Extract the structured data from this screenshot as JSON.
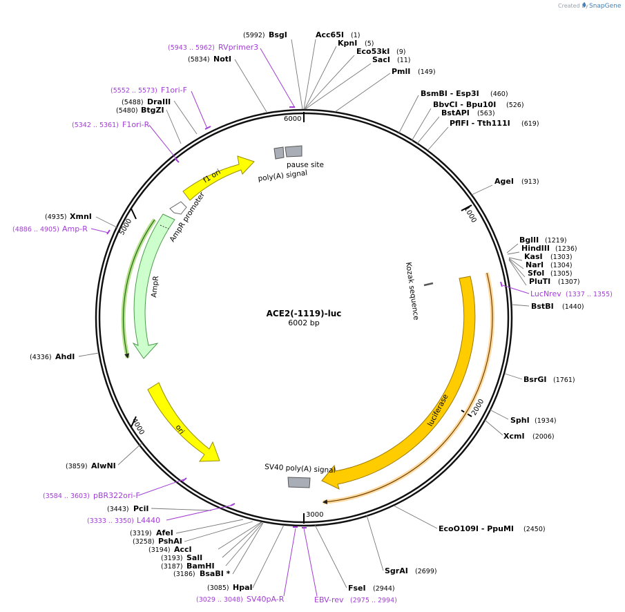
{
  "credit": {
    "prefix": "Created by",
    "brand": "SnapGene"
  },
  "plasmid": {
    "name": "ACE2(-1119)-luc",
    "size_label": "6002 bp",
    "length": 6002
  },
  "ticks": [
    "6000",
    "1000",
    "2000",
    "3000",
    "4000",
    "5000"
  ],
  "features": {
    "f1_ori": "f1 ori",
    "ampr_promoter": "AmpR promoter",
    "ampr": "AmpR",
    "ori": "ori",
    "luciferase": "luciferase",
    "kozak": "Kozak sequence",
    "pause_site": "pause site",
    "polya_signal": "poly(A) signal",
    "sv40_polya": "SV40 poly(A) signal"
  },
  "sites": [
    {
      "name": "BsgI",
      "pos": "(5992)"
    },
    {
      "name": "Acc65I",
      "pos": "(1)"
    },
    {
      "name": "KpnI",
      "pos": "(5)"
    },
    {
      "name": "Eco53kI",
      "pos": "(9)"
    },
    {
      "name": "SacI",
      "pos": "(11)"
    },
    {
      "name": "PmlI",
      "pos": "(149)"
    },
    {
      "name": "BsmBI - Esp3I",
      "pos": "(460)"
    },
    {
      "name": "BbvCI - Bpu10I",
      "pos": "(526)"
    },
    {
      "name": "BstAPI",
      "pos": "(563)"
    },
    {
      "name": "PflFI - Tth111I",
      "pos": "(619)"
    },
    {
      "name": "AgeI",
      "pos": "(913)"
    },
    {
      "name": "BglII",
      "pos": "(1219)"
    },
    {
      "name": "HindIII",
      "pos": "(1236)"
    },
    {
      "name": "KasI",
      "pos": "(1303)"
    },
    {
      "name": "NarI",
      "pos": "(1304)"
    },
    {
      "name": "SfoI",
      "pos": "(1305)"
    },
    {
      "name": "PluTI",
      "pos": "(1307)"
    },
    {
      "name": "BstBI",
      "pos": "(1440)"
    },
    {
      "name": "BsrGI",
      "pos": "(1761)"
    },
    {
      "name": "SphI",
      "pos": "(1934)"
    },
    {
      "name": "XcmI",
      "pos": "(2006)"
    },
    {
      "name": "EcoO109I - PpuMI",
      "pos": "(2450)"
    },
    {
      "name": "SgrAI",
      "pos": "(2699)"
    },
    {
      "name": "FseI",
      "pos": "(2944)"
    },
    {
      "name": "HpaI",
      "pos": "(3085)"
    },
    {
      "name": "BsaBI *",
      "pos": "(3186)"
    },
    {
      "name": "BamHI",
      "pos": "(3187)"
    },
    {
      "name": "SalI",
      "pos": "(3193)"
    },
    {
      "name": "AccI",
      "pos": "(3194)"
    },
    {
      "name": "PshAI",
      "pos": "(3258)"
    },
    {
      "name": "AfeI",
      "pos": "(3319)"
    },
    {
      "name": "PciI",
      "pos": "(3443)"
    },
    {
      "name": "AlwNI",
      "pos": "(3859)"
    },
    {
      "name": "AhdI",
      "pos": "(4336)"
    },
    {
      "name": "XmnI",
      "pos": "(4935)"
    },
    {
      "name": "BtgZI",
      "pos": "(5480)"
    },
    {
      "name": "DraIII",
      "pos": "(5488)"
    },
    {
      "name": "NotI",
      "pos": "(5834)"
    }
  ],
  "primers": [
    {
      "name": "RVprimer3",
      "pos": "(5943 .. 5962)"
    },
    {
      "name": "F1ori-F",
      "pos": "(5552 .. 5573)"
    },
    {
      "name": "F1ori-R",
      "pos": "(5342 .. 5361)"
    },
    {
      "name": "Amp-R",
      "pos": "(4886 .. 4905)"
    },
    {
      "name": "LucNrev",
      "pos": "(1337 .. 1355)"
    },
    {
      "name": "pBR322ori-F",
      "pos": "(3584 .. 3603)"
    },
    {
      "name": "L4440",
      "pos": "(3333 .. 3350)"
    },
    {
      "name": "SV40pA-R",
      "pos": "(3029 .. 3048)"
    },
    {
      "name": "EBV-rev",
      "pos": "(2975 .. 2994)"
    }
  ],
  "colors": {
    "yellow": "#ffff00",
    "yellow_edge": "#c8b400",
    "green": "#ccffcc",
    "green_edge": "#4caf50",
    "orange": "#ffcc00",
    "orange_edge": "#b38600",
    "gray": "#a9aeb6",
    "primer": "#a23cd6",
    "primer_halo_green": "#b6e08a",
    "primer_halo_orange": "#ffd9a0"
  }
}
